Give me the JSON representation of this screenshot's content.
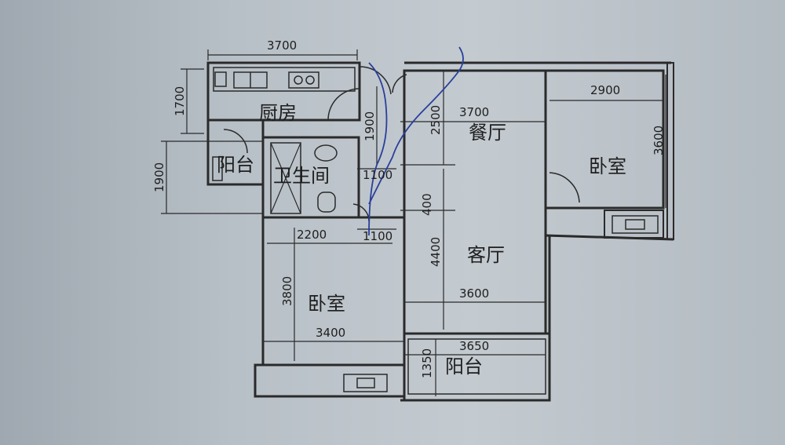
{
  "rooms": {
    "kitchen": "厨房",
    "balcony_small": "阳台",
    "bathroom": "卫生间",
    "dining": "餐厅",
    "bedroom_right": "卧室",
    "living": "客厅",
    "bedroom_left": "卧室",
    "balcony_bottom": "阳台"
  },
  "dimensions": {
    "kitchen_width": "3700",
    "kitchen_height": "1700",
    "balcony_height": "1900",
    "bathroom_height": "1900",
    "bath_door_1": "1100",
    "bath_door_2": "1100",
    "dining_height": "2500",
    "dining_width": "3700",
    "bedroom_right_width": "2900",
    "bedroom_right_height": "3600",
    "small_400": "400",
    "living_height": "4400",
    "living_width": "3600",
    "bedroom_left_width_top": "2200",
    "bedroom_left_height": "3800",
    "bedroom_left_width": "3400",
    "balcony_width": "3650",
    "balcony_depth": "1350"
  },
  "colors": {
    "line": "#2a2a2a",
    "pen": "#2a3f9a"
  }
}
